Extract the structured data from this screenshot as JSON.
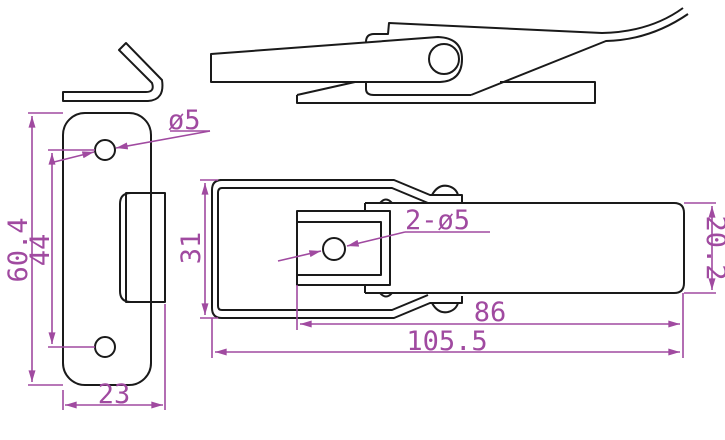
{
  "colors": {
    "outline": "#1a1a1a",
    "dimension": "#a04aa0"
  },
  "dimensions": {
    "hole_dia": "ø5",
    "plate_height": "60.4",
    "hole_spacing": "44",
    "plate_width": "23",
    "base_height": "31",
    "lever_holes": "2-ø5",
    "lever_length": "86",
    "total_length": "105.5",
    "lever_width": "20.2"
  }
}
